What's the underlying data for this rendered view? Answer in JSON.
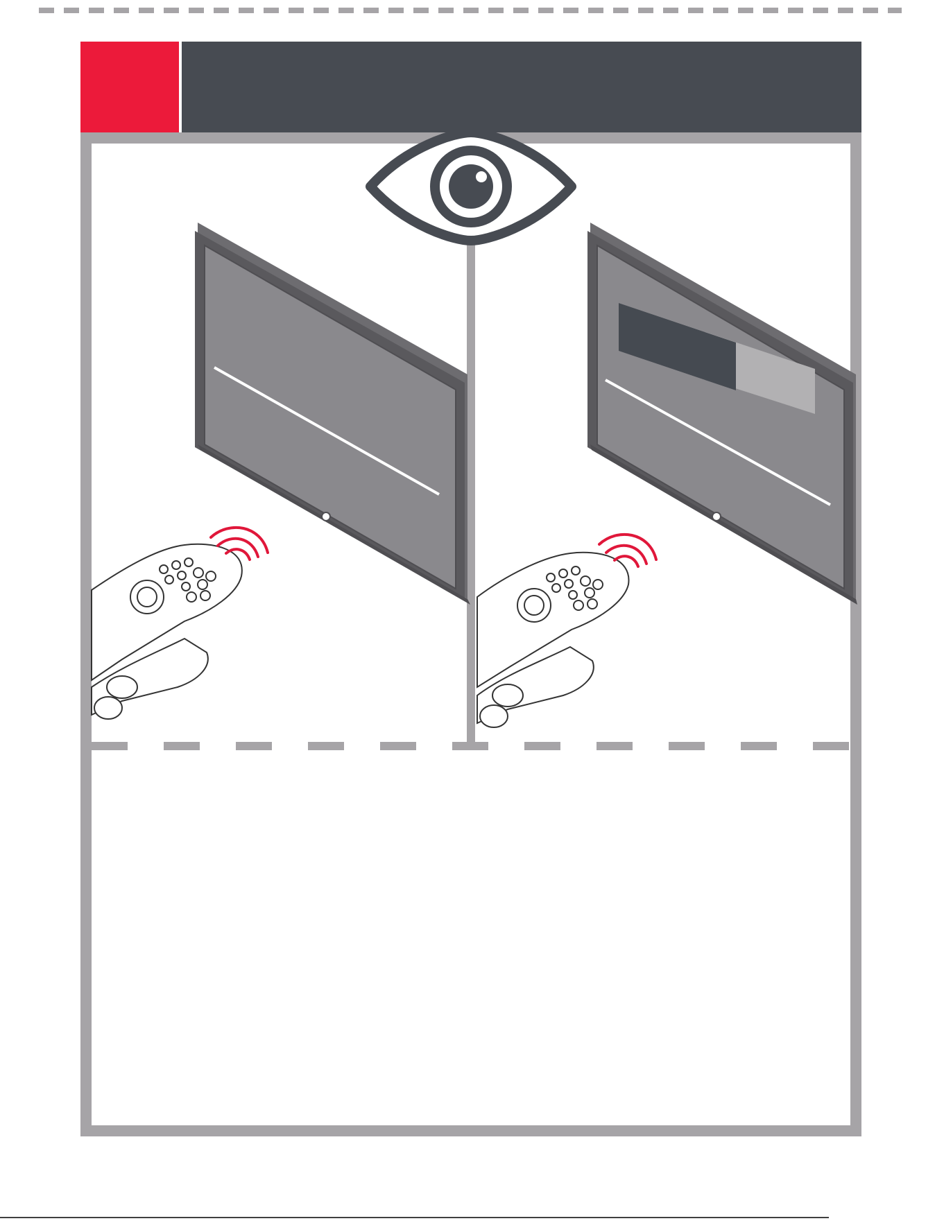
{
  "colors": {
    "accent_red": "#ec1a3a",
    "header_dark": "#474b52",
    "frame_gray": "#a6a4a7",
    "tv_body": "#6d6c70",
    "tv_screen": "#8a898d",
    "tv_bezel": "#5a595d",
    "signal_red": "#e0173a",
    "bar_dark": "#454a51",
    "bar_light": "#b2b1b3",
    "eye_dark": "#474b52"
  },
  "icons": {
    "eye": "eye-icon",
    "signal": "signal-waves-icon",
    "remote": "remote-control-icon",
    "tv": "tv-icon"
  },
  "header": {
    "number": "",
    "title": ""
  },
  "panels": [
    {
      "name": "left",
      "screen": "blank",
      "progress": null
    },
    {
      "name": "right",
      "screen": "progress",
      "progress": 0.6
    }
  ],
  "instructions": ""
}
